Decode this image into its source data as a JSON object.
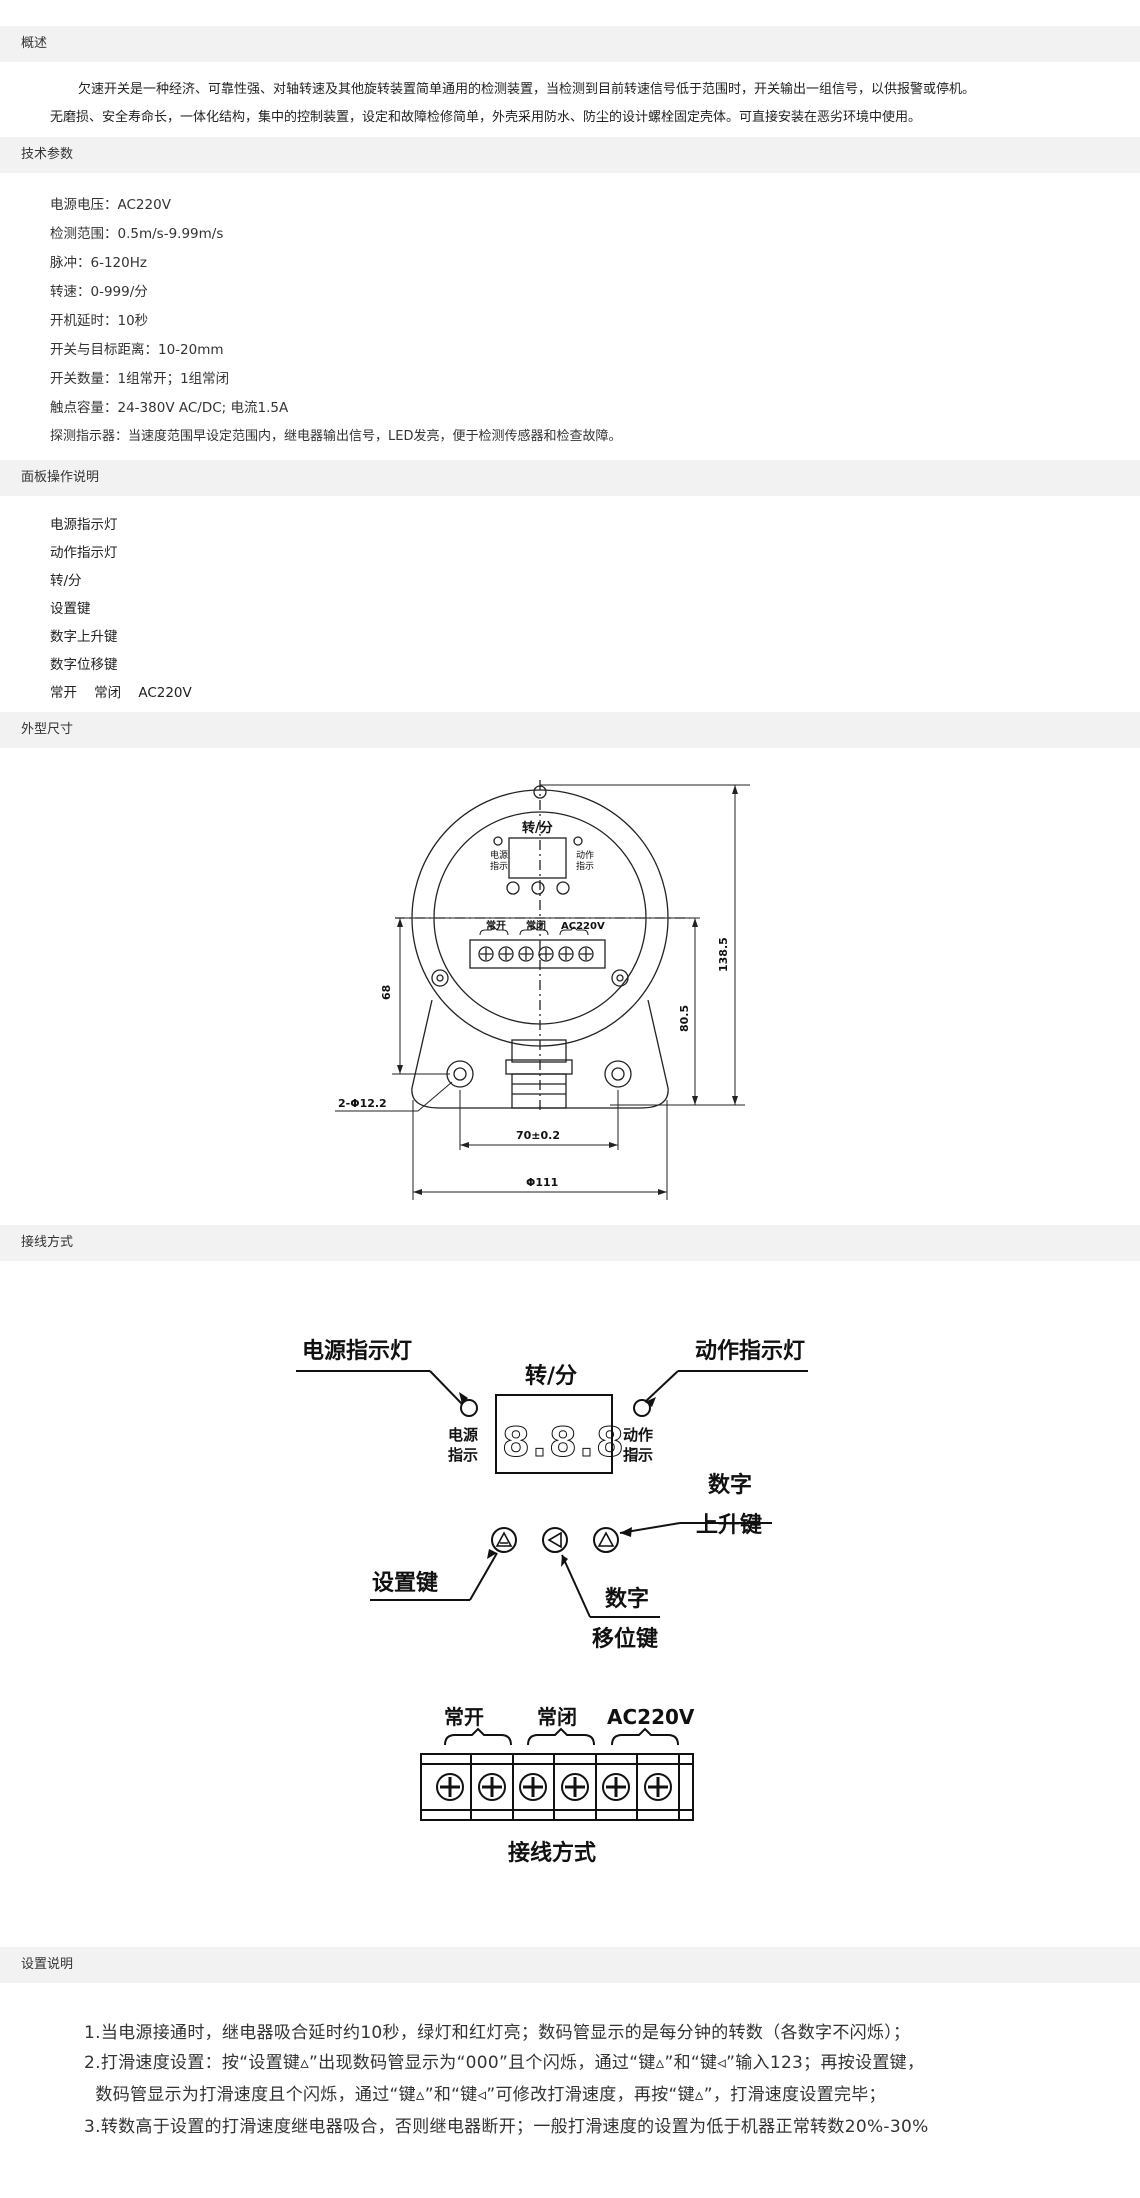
{
  "sections": {
    "overview": "概述",
    "specs": "技术参数",
    "panel": "面板操作说明",
    "dimensions": "外型尺寸",
    "wiring": "接线方式",
    "settings": "设置说明"
  },
  "overview": {
    "line1": "欠速开关是一种经济、可靠性强、对轴转速及其他旋转装置简单通用的检测装置，当检测到目前转速信号低于范围时，开关输出一组信号，以供报警或停机。",
    "line2": "无磨损、安全寿命长，一体化结构，集中的控制装置，设定和故障检修简单，外壳采用防水、防尘的设计螺栓固定壳体。可直接安装在恶劣环境中使用。"
  },
  "specs": [
    "电源电压：AC220V",
    "检测范围：0.5m/s-9.99m/s",
    "脉冲：6-120Hz",
    "转速：0-999/分",
    "开机延时：10秒",
    "开关与目标距离：10-20mm",
    "开关数量：1组常开；1组常闭",
    "触点容量：24-380V  AC/DC; 电流1.5A",
    "探测指示器：当速度范围早设定范围内，继电器输出信号，LED发亮，便于检测传感器和检查故障。"
  ],
  "panel_items": [
    "电源指示灯",
    "动作指示灯",
    "转/分",
    "设置键",
    "数字上升键",
    "数字位移键",
    "常开    常闭    AC220V"
  ],
  "dimension_drawing": {
    "display_label": "转/分",
    "power_label_1": "电源",
    "power_label_2": "指示",
    "action_label_1": "动作",
    "action_label_2": "指示",
    "no_label": "常开",
    "nc_label": "常闭",
    "ac_label": "AC220V",
    "dim_68": "68",
    "dim_80_5": "80.5",
    "dim_138_5": "138.5",
    "dim_hole": "2-Φ12.2",
    "dim_70": "70±0.2",
    "dim_111": "Φ111"
  },
  "wiring_diagram": {
    "power_indicator": "电源指示灯",
    "action_indicator": "动作指示灯",
    "rpm": "转/分",
    "power_small_1": "电源",
    "power_small_2": "指示",
    "action_small_1": "动作",
    "action_small_2": "指示",
    "digit_display": "8.8.8.",
    "up_key_1": "数字",
    "up_key_2": "上升键",
    "set_key": "设置键",
    "shift_key_1": "数字",
    "shift_key_2": "移位键",
    "no": "常开",
    "nc": "常闭",
    "ac": "AC220V",
    "caption": "接线方式"
  },
  "settings": [
    "1.当电源接通时，继电器吸合延时约10秒，绿灯和红灯亮；数码管显示的是每分钟的转数（各数字不闪烁）；",
    "2.打滑速度设置：按“设置键▵”出现数码管显示为“000”且个闪烁，通过“键▵”和“键◃”输入123；再按设置键，",
    "  数码管显示为打滑速度且个闪烁，通过“键▵”和“键◃”可修改打滑速度，再按“键▵”，打滑速度设置完毕；",
    "3.转数高于设置的打滑速度继电器吸合，否则继电器断开；一般打滑速度的设置为低于机器正常转数20%-30%"
  ]
}
